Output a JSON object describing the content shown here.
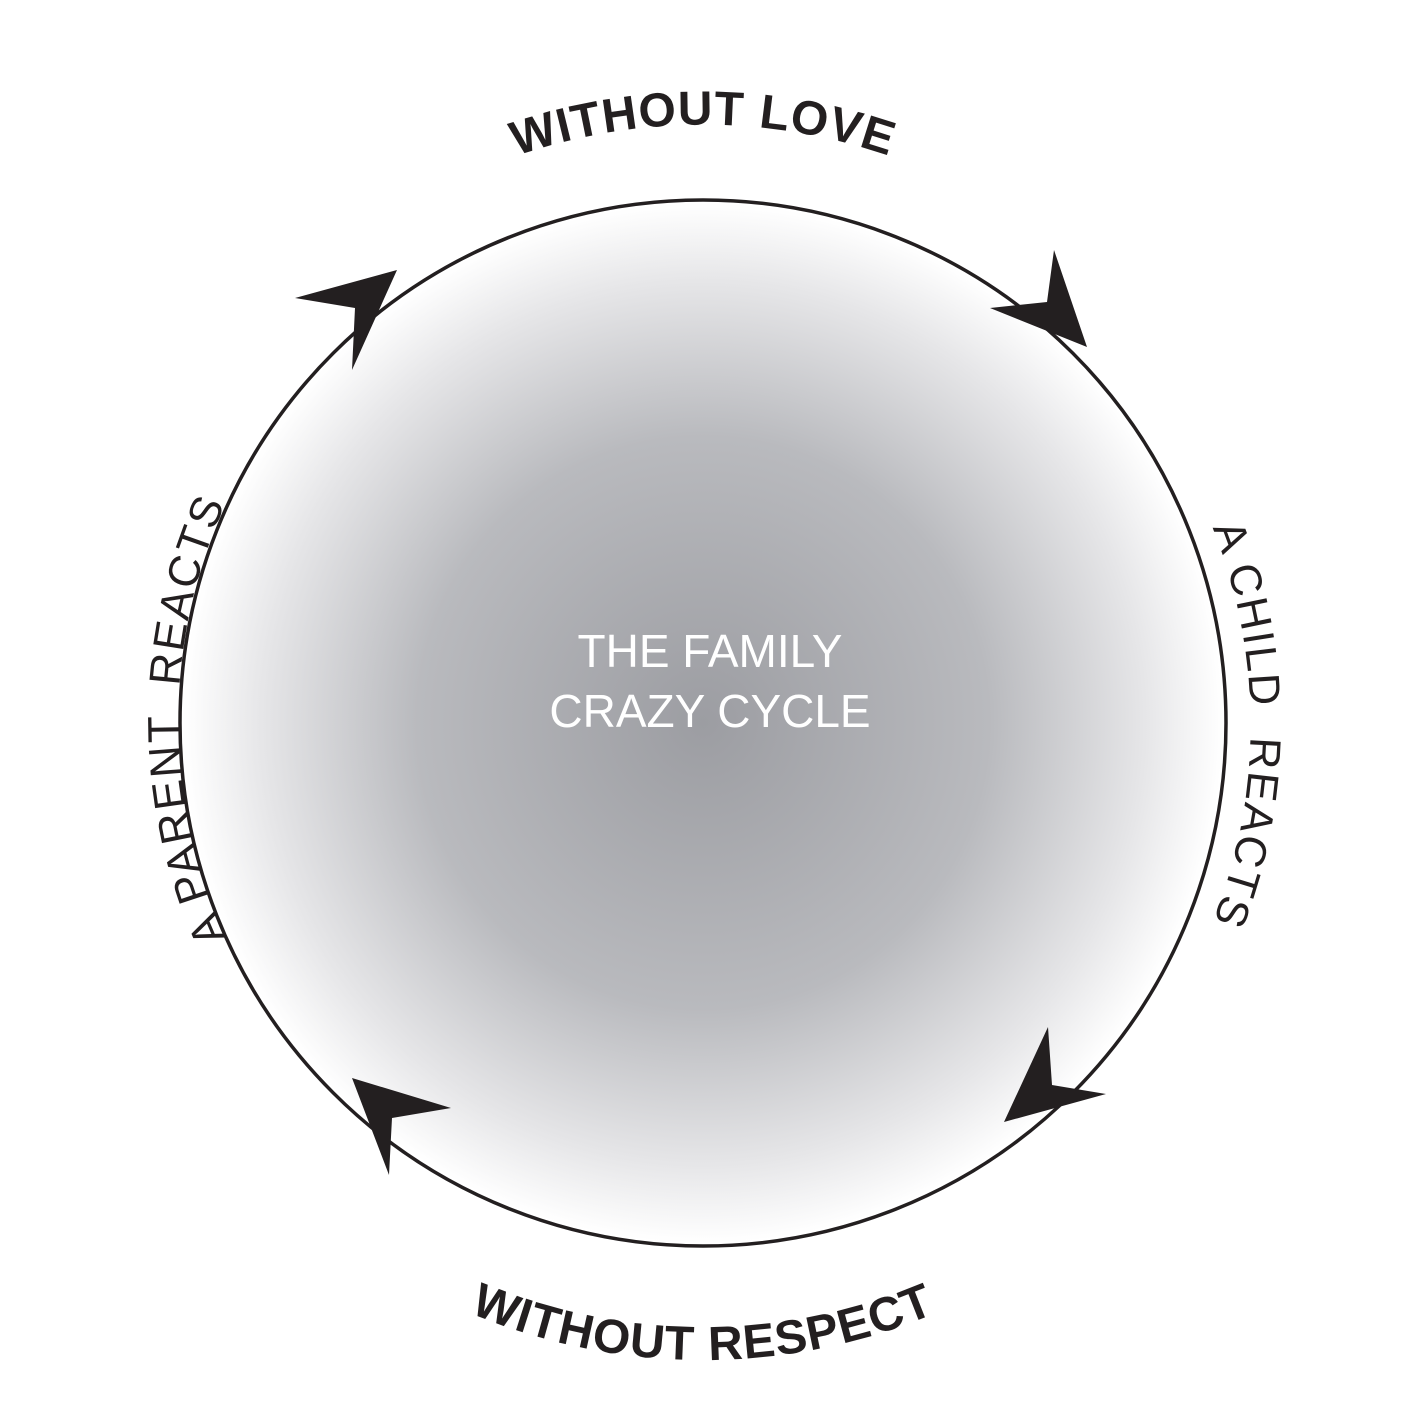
{
  "center_title": {
    "line1": "THE FAMILY",
    "line2": "CRAZY CYCLE"
  },
  "labels": {
    "top": "WITHOUT LOVE",
    "right": "A CHILD  REACTS",
    "bottom": "WITHOUT RESPECT",
    "left": "A PARENT  REACTS"
  },
  "colors": {
    "stroke": "#231f20",
    "gradient_center": "#9c9da2",
    "gradient_edge": "#ffffff",
    "center_text": "#ffffff"
  },
  "arrows": [
    "clockwise-arrow-icon",
    "clockwise-arrow-icon",
    "clockwise-arrow-icon",
    "clockwise-arrow-icon"
  ]
}
